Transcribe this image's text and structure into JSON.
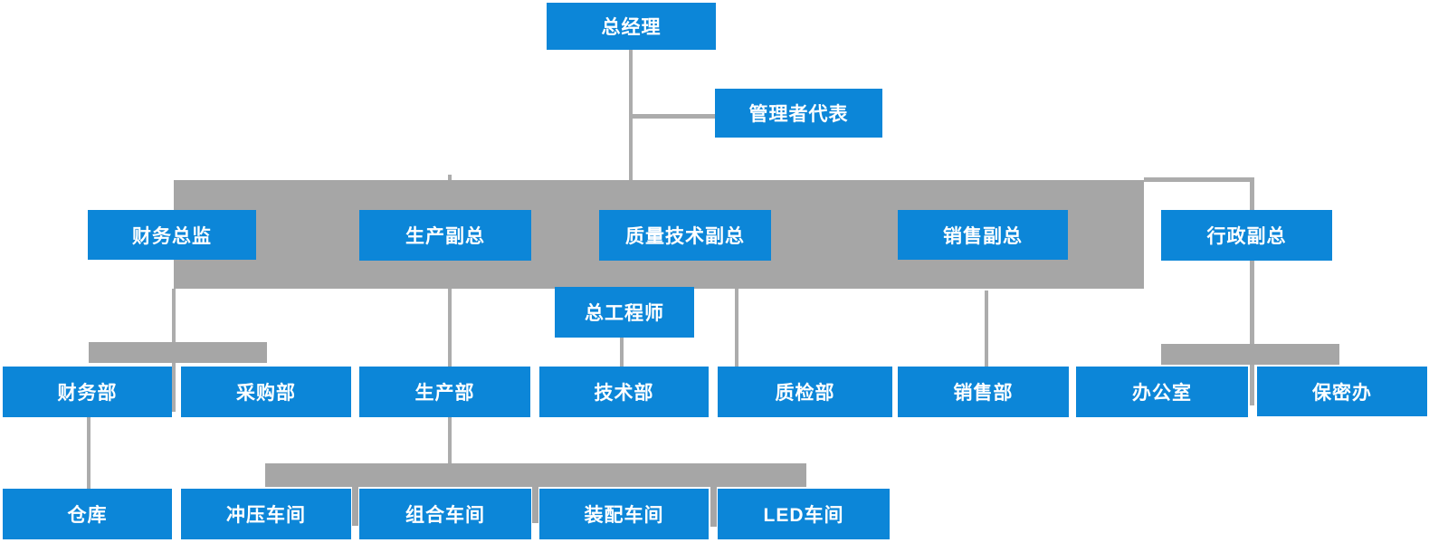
{
  "diagram_type": "org-chart",
  "colors": {
    "node_blue": "#0C86D8",
    "connector_gray": "#A6A6A6",
    "line_gray": "#ACACAC",
    "node_text": "#FFFFFF",
    "background": "#FFFFFF"
  },
  "nodes": {
    "gm": {
      "label": "总经理"
    },
    "rep": {
      "label": "管理者代表"
    },
    "cfo": {
      "label": "财务总监"
    },
    "vp_production": {
      "label": "生产副总"
    },
    "vp_quality_tech": {
      "label": "质量技术副总"
    },
    "vp_sales": {
      "label": "销售副总"
    },
    "vp_admin": {
      "label": "行政副总"
    },
    "chief_engineer": {
      "label": "总工程师"
    },
    "finance_dept": {
      "label": "财务部"
    },
    "purchasing_dept": {
      "label": "采购部"
    },
    "production_dept": {
      "label": "生产部"
    },
    "tech_dept": {
      "label": "技术部"
    },
    "qc_dept": {
      "label": "质检部"
    },
    "sales_dept": {
      "label": "销售部"
    },
    "office": {
      "label": "办公室"
    },
    "security_office": {
      "label": "保密办"
    },
    "warehouse": {
      "label": "仓库"
    },
    "stamping_workshop": {
      "label": "冲压车间"
    },
    "combining_workshop": {
      "label": "组合车间"
    },
    "fitting_workshop": {
      "label": "装配车间"
    },
    "led_workshop": {
      "label": "LED车间"
    }
  },
  "edges": [
    {
      "from": "gm",
      "to": "rep"
    },
    {
      "from": "gm",
      "to": "cfo"
    },
    {
      "from": "gm",
      "to": "vp_production"
    },
    {
      "from": "gm",
      "to": "vp_quality_tech"
    },
    {
      "from": "gm",
      "to": "vp_sales"
    },
    {
      "from": "gm",
      "to": "vp_admin"
    },
    {
      "from": "vp_quality_tech",
      "to": "chief_engineer"
    },
    {
      "from": "cfo",
      "to": "finance_dept"
    },
    {
      "from": "cfo",
      "to": "purchasing_dept"
    },
    {
      "from": "vp_production",
      "to": "production_dept"
    },
    {
      "from": "chief_engineer",
      "to": "tech_dept"
    },
    {
      "from": "vp_quality_tech",
      "to": "qc_dept"
    },
    {
      "from": "vp_sales",
      "to": "sales_dept"
    },
    {
      "from": "vp_admin",
      "to": "office"
    },
    {
      "from": "vp_admin",
      "to": "security_office"
    },
    {
      "from": "finance_dept",
      "to": "warehouse"
    },
    {
      "from": "production_dept",
      "to": "stamping_workshop"
    },
    {
      "from": "production_dept",
      "to": "combining_workshop"
    },
    {
      "from": "production_dept",
      "to": "fitting_workshop"
    },
    {
      "from": "production_dept",
      "to": "led_workshop"
    }
  ]
}
